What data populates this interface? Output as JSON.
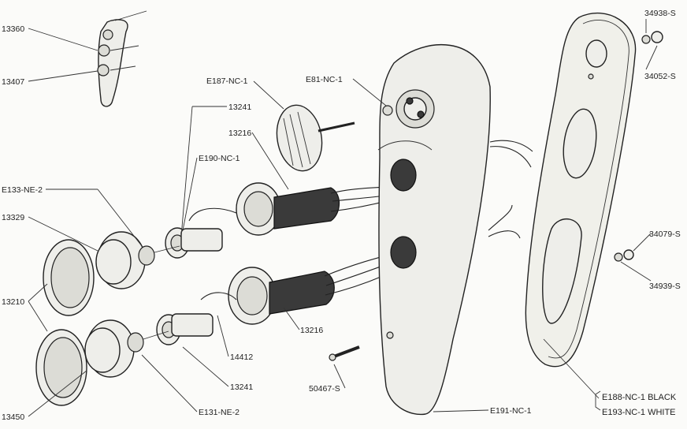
{
  "title": "",
  "parts": {
    "p13360": "13360",
    "p13407": "13407",
    "pE187": "E187-NC-1",
    "p13241a": "13241",
    "p13216a": "13216",
    "pE190": "E190-NC-1",
    "pE133": "E133-NE-2",
    "p13329": "13329",
    "p13210": "13210",
    "p13450": "13450",
    "pE131": "E131-NE-2",
    "p13241b": "13241",
    "p14412": "14412",
    "p13216b": "13216",
    "p50467": "50467-S",
    "pE81": "E81-NC-1",
    "pE191": "E191-NC-1",
    "p34938": "34938-S",
    "p34052": "34052-S",
    "p34079": "34079-S",
    "p34939": "34939-S",
    "pE188": "E188-NC-1  BLACK",
    "pE193": "E193-NC-1  WHITE"
  }
}
